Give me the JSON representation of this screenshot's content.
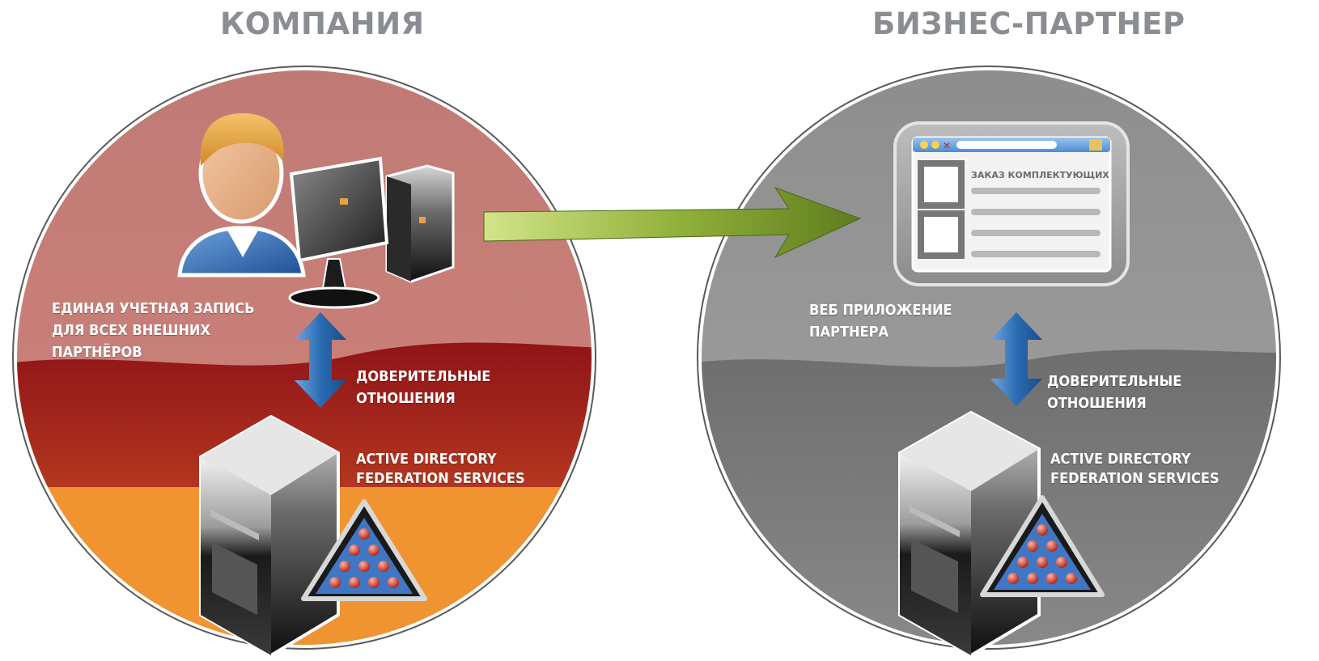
{
  "company": {
    "title": "КОМПАНИЯ",
    "user_account_label": "ЕДИНАЯ УЧЕТНАЯ ЗАПИСЬ\nДЛЯ ВСЕХ ВНЕШНИХ\nПАРТНЁРОВ",
    "trust_label": "ДОВЕРИТЕЛЬНЫЕ\nОТНОШЕНИЯ",
    "adfs_label": "ACTIVE DIRECTORY\nFEDERATION SERVICES"
  },
  "partner": {
    "title": "БИЗНЕС-ПАРТНЕР",
    "web_app_label": "ВЕБ ПРИЛОЖЕНИЕ\nПАРТНЕРА",
    "browser_heading": "ЗАКАЗ КОМПЛЕКТУЮЩИХ",
    "trust_label": "ДОВЕРИТЕЛЬНЫЕ\nОТНОШЕНИЯ",
    "adfs_label": "ACTIVE DIRECTORY\nFEDERATION SERVICES"
  },
  "colors": {
    "title_gray": "#8a8d91",
    "company_top": "#c97b78",
    "company_mid": "#9a1c20",
    "company_bottom": "#e88a30",
    "partner_top": "#9a9a9a",
    "partner_bottom": "#5e5e5e",
    "arrow_green": "#7e9a2c",
    "trust_arrow_blue": "#2b6cb3"
  }
}
